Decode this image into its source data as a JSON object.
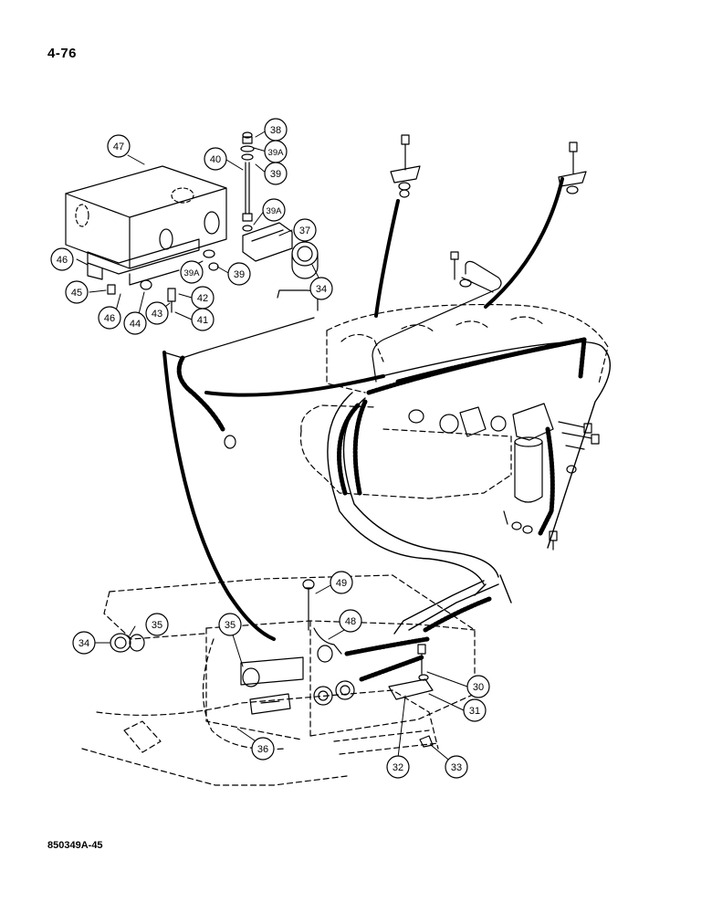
{
  "page": {
    "number": "4-76",
    "figure_code": "850349A-45"
  },
  "callouts": [
    "47",
    "38",
    "39A",
    "40",
    "39",
    "39A",
    "37",
    "46",
    "39A",
    "39",
    "34",
    "45",
    "42",
    "46",
    "44",
    "43",
    "41",
    "49",
    "35",
    "48",
    "34",
    "35",
    "30",
    "31",
    "36",
    "32",
    "33"
  ],
  "colors": {
    "ink": "#000000",
    "background": "#ffffff"
  }
}
